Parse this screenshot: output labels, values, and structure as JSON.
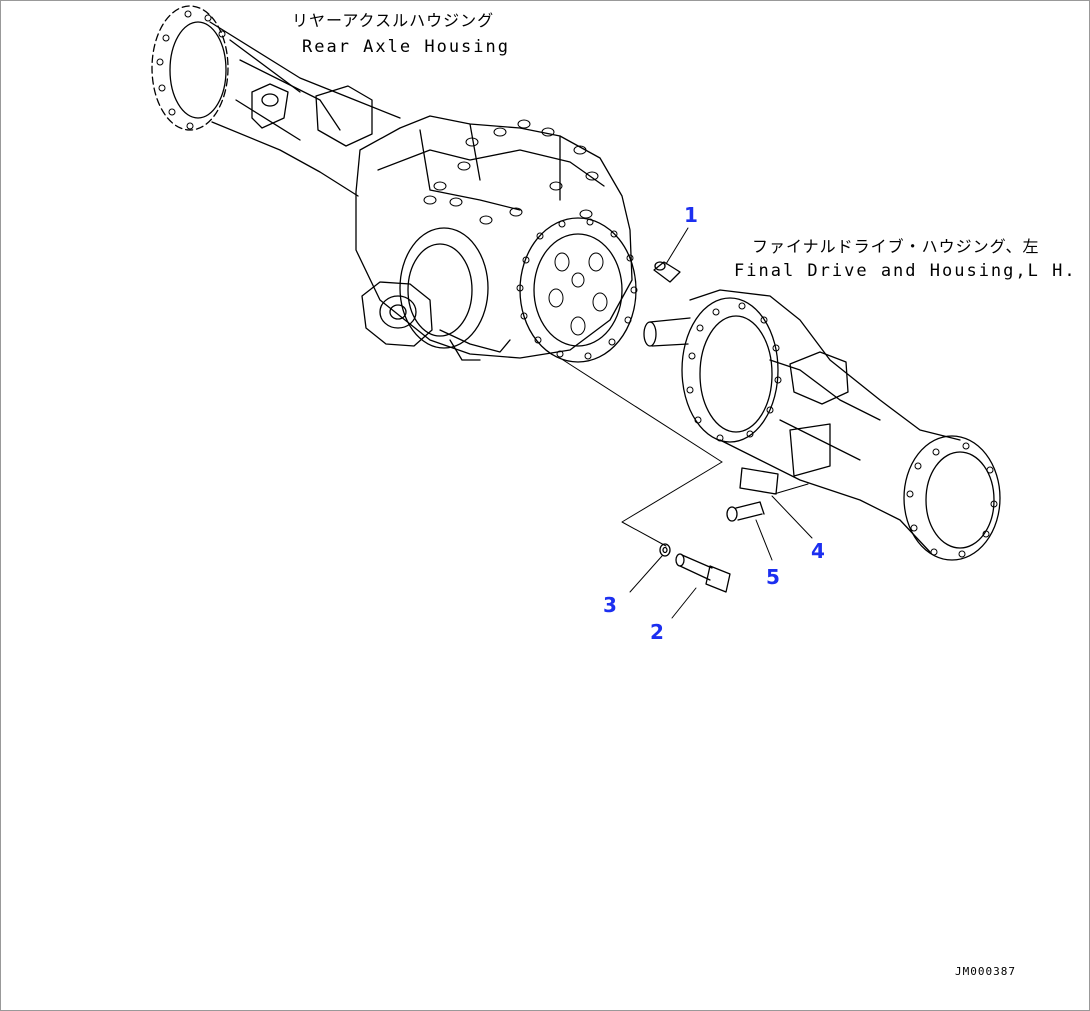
{
  "labels": {
    "rear_axle_jp": "リヤーアクスルハウジング",
    "rear_axle_en": "Rear Axle Housing",
    "final_drive_jp": "ファイナルドライブ・ハウジング、左",
    "final_drive_en": "Final Drive and Housing,L H."
  },
  "callouts": [
    "1",
    "2",
    "3",
    "4",
    "5"
  ],
  "drawing_code": "JM000387",
  "colors": {
    "callout": "#1c2ff0",
    "line": "#000000"
  }
}
